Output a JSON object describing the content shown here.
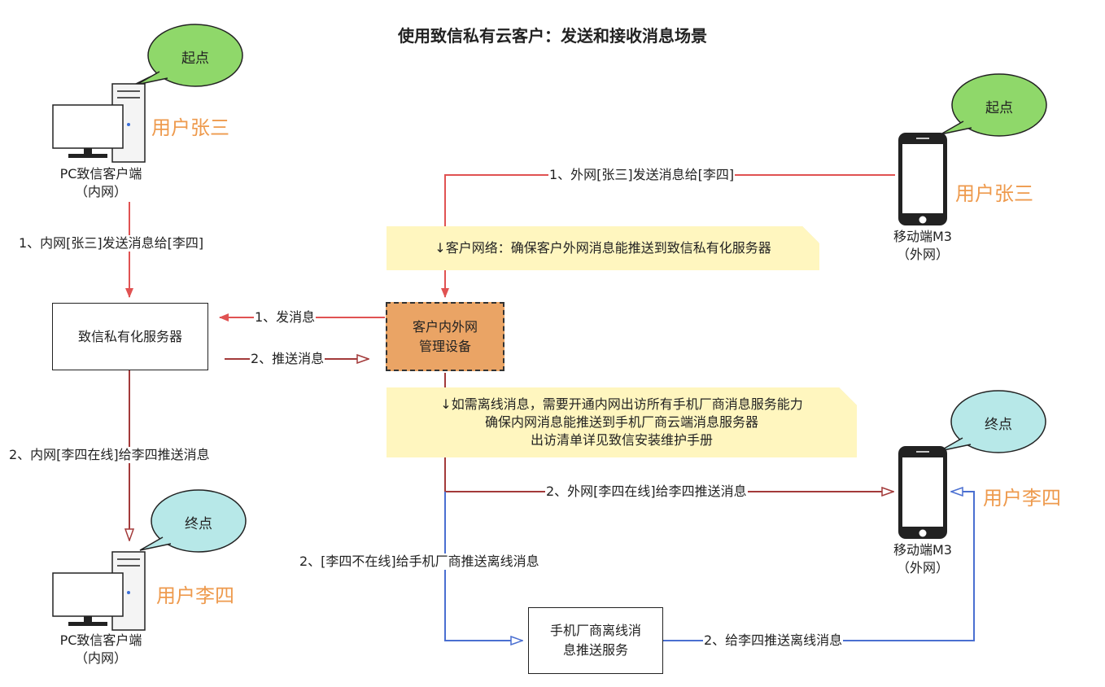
{
  "title": "使用致信私有云客户：发送和接收消息场景",
  "bubbles": {
    "pc_start": "起点",
    "mobile_start": "起点",
    "pc_end": "终点",
    "mobile_end": "终点"
  },
  "devices": {
    "pc_top": {
      "line1": "PC致信客户端",
      "line2": "（内网）"
    },
    "pc_bottom": {
      "line1": "PC致信客户端",
      "line2": "（内网）"
    },
    "mobile_top": {
      "line1": "移动端M3",
      "line2": "（外网）"
    },
    "mobile_bottom": {
      "line1": "移动端M3",
      "line2": "（外网）"
    }
  },
  "users": {
    "pc_top": "用户张三",
    "pc_bottom": "用户李四",
    "mobile_top": "用户张三",
    "mobile_bottom": "用户李四"
  },
  "nodes": {
    "server": "致信私有化服务器",
    "gateway_line1": "客户内外网",
    "gateway_line2": "管理设备",
    "vendor_line1": "手机厂商离线消",
    "vendor_line2": "息推送服务"
  },
  "notes": {
    "network": "↓客户网络：确保客户外网消息能推送到致信私有化服务器",
    "offline_line1": "↓如需离线消息，需要开通内网出访所有手机厂商消息服务能力",
    "offline_line2": "确保内网消息能推送到手机厂商云端消息服务器",
    "offline_line3": "出访清单详见致信安装维护手册"
  },
  "edges": {
    "pc_send": "1、内网[张三]发送消息给[李四]",
    "pc_push": "2、内网[李四在线]给李四推送消息",
    "mobile_send": "1、外网[张三]发送消息给[李四]",
    "gw_send": "1、发消息",
    "gw_push": "2、推送消息",
    "mobile_push": "2、外网[李四在线]给李四推送消息",
    "vendor_push": "2、[李四不在线]给手机厂商推送离线消息",
    "vendor_to_user": "2、给李四推送离线消息"
  },
  "colors": {
    "red_line": "#e05252",
    "dark_red_line": "#a33a3a",
    "blue_line": "#4a6fd1",
    "user_orange": "#ee9a4d",
    "bubble_green": "#8fd86a",
    "bubble_cyan": "#b7e8e8",
    "note_yellow": "#fff6bf",
    "gateway_orange": "#eaa465"
  },
  "icons": [
    "desktop-pc-icon",
    "mobile-phone-icon",
    "speech-bubble-icon"
  ]
}
